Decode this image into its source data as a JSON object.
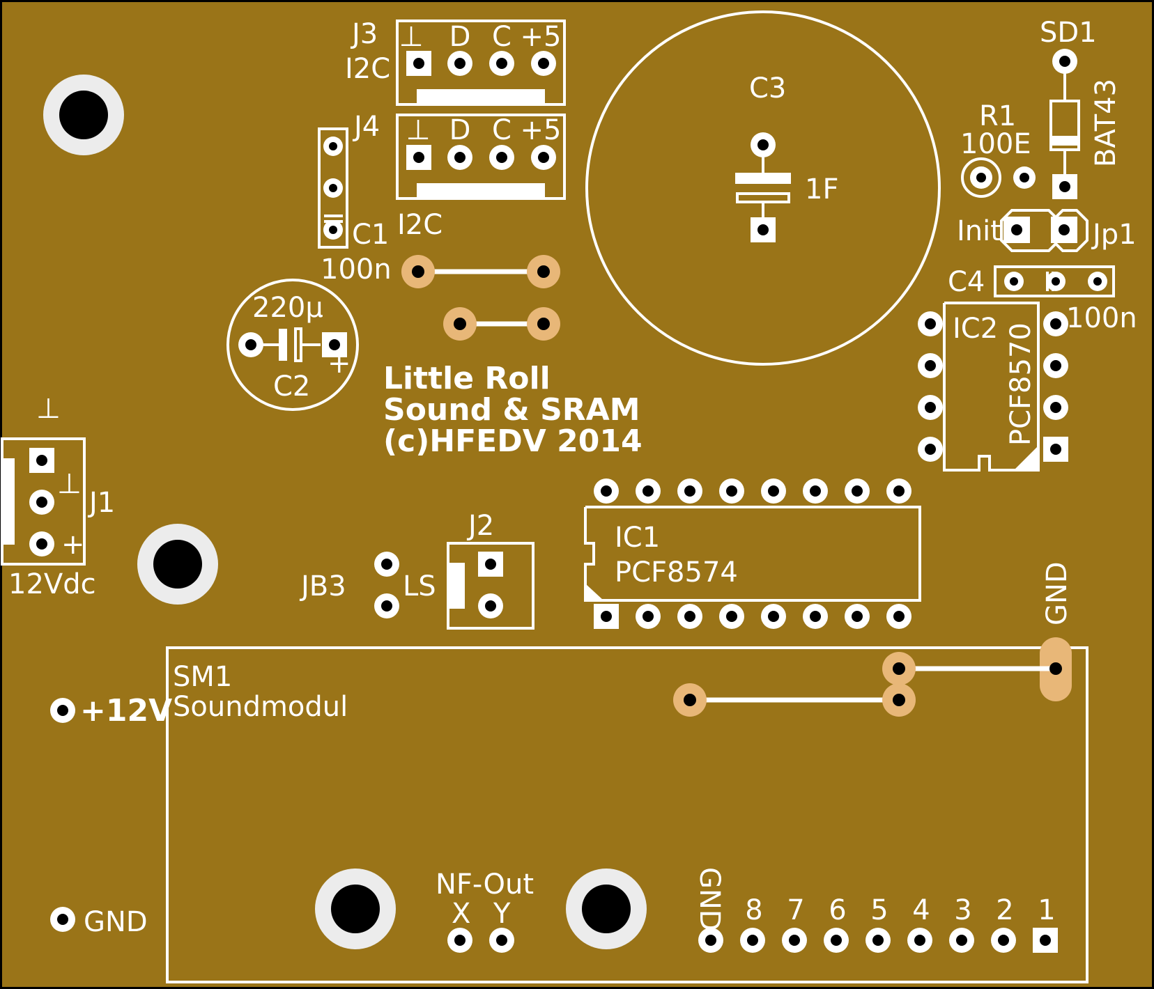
{
  "board": {
    "bg": "#9a7418",
    "silk": "#ffffff",
    "copper_jumper": "#e8b778"
  },
  "title": {
    "line1": "Little Roll",
    "line2": "Sound & SRAM",
    "line3": "(c)HFEDV 2014"
  },
  "j3": {
    "ref": "J3",
    "note": "I2C",
    "pins": [
      "⊥",
      "D",
      "C",
      "+5"
    ]
  },
  "j4": {
    "ref": "J4",
    "note": "I2C",
    "pins": [
      "⊥",
      "D",
      "C",
      "+5"
    ]
  },
  "c1": {
    "ref": "C1",
    "value": "100n"
  },
  "c2": {
    "ref": "C2",
    "value": "220µ",
    "plus": "+"
  },
  "c3": {
    "ref": "C3",
    "value": "1F"
  },
  "c4": {
    "ref": "C4",
    "value": "100n"
  },
  "sd1": {
    "ref": "SD1",
    "value": "BAT43"
  },
  "r1": {
    "ref": "R1",
    "value": "100E"
  },
  "jp1": {
    "ref": "Jp1",
    "label": "Init"
  },
  "ic2": {
    "ref": "IC2",
    "value": "PCF8570"
  },
  "ic1": {
    "ref": "IC1",
    "value": "PCF8574"
  },
  "j1": {
    "ref": "J1",
    "label": "12Vdc",
    "gnd": "⊥",
    "pin_gnd": "⊥",
    "pin_plus": "+"
  },
  "j2": {
    "ref": "J2"
  },
  "jb3": {
    "ref": "JB3",
    "label": "LS"
  },
  "sm1": {
    "ref": "SM1",
    "name": "Soundmodul",
    "gnd_top": "GND",
    "nf_out": "NF-Out",
    "nf_x": "X",
    "nf_y": "Y",
    "gnd_pin": "GND",
    "pins": [
      "8",
      "7",
      "6",
      "5",
      "4",
      "3",
      "2",
      "1"
    ]
  },
  "power": {
    "plus12": "+12V",
    "gnd": "GND"
  }
}
